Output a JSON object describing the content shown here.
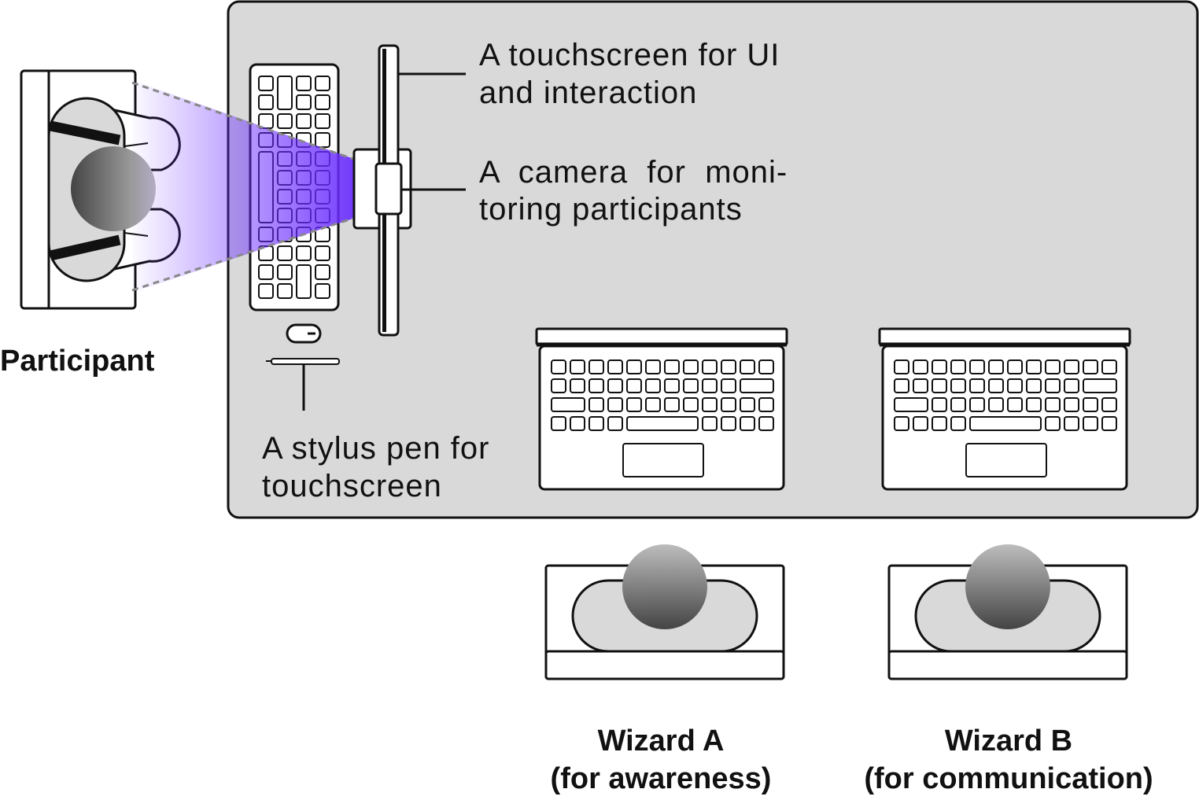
{
  "labels": {
    "participant": "Participant",
    "touchscreen_line1": "A touchscreen for UI",
    "touchscreen_line2": "and interaction",
    "camera_line1": "A  camera  for  moni-",
    "camera_line2": "toring participants",
    "stylus_line1": "A stylus pen for",
    "stylus_line2": "touchscreen",
    "wizard_a_name": "Wizard A",
    "wizard_a_role": "(for awareness)",
    "wizard_b_name": "Wizard B",
    "wizard_b_role": "(for communication)"
  },
  "colors": {
    "table": "#d9d9d9",
    "outline": "#111111",
    "camera_view": "#6a2cff",
    "head_light": "#bdbdbd",
    "head_dark": "#4a4a4a"
  },
  "icons": [
    "desk-icon",
    "keyboard-icon",
    "mouse-icon",
    "stylus-pen-icon",
    "touchscreen-icon",
    "camera-icon",
    "laptop-icon",
    "person-icon"
  ]
}
